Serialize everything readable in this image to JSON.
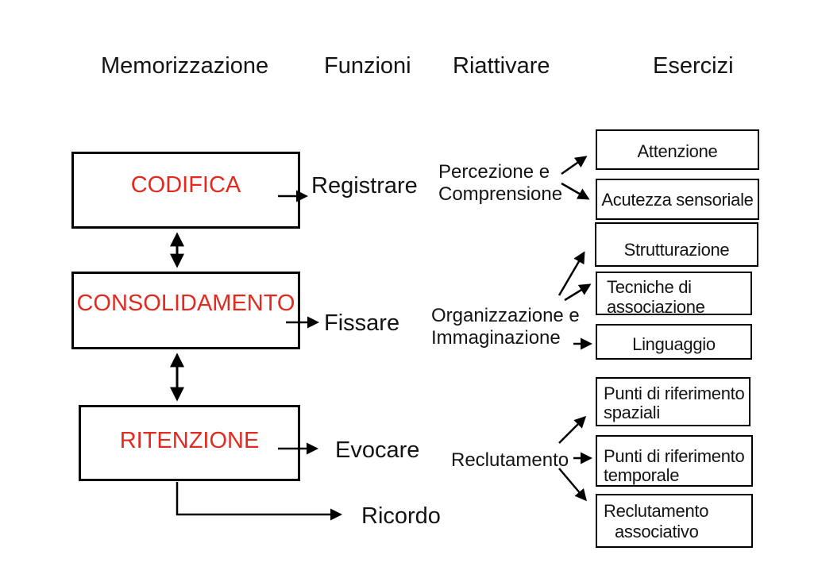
{
  "header": {
    "memorizzazione": "Memorizzazione",
    "funzioni": "Funzioni",
    "riattivare": "Riattivare",
    "esercizi": "Esercizi"
  },
  "stages": {
    "codifica": "CODIFICA",
    "consolidamento": "CONSOLIDAMENTO",
    "ritenzione": "RITENZIONE"
  },
  "functions": {
    "registrare": "Registrare",
    "fissare": "Fissare",
    "evocare": "Evocare",
    "ricordo": "Ricordo"
  },
  "riattivare_labels": {
    "percezione": {
      "line1": "Percezione e",
      "line2": "Comprensione"
    },
    "organizzazione": {
      "line1": "Organizzazione e",
      "line2": "Immaginazione"
    },
    "reclutamento": "Reclutamento"
  },
  "esercizi_boxes": {
    "attenzione": "Attenzione",
    "acutezza": "Acutezza sensoriale",
    "strutturazione": "Strutturazione",
    "tecniche": {
      "line1": "Tecniche di",
      "line2": "associazione"
    },
    "linguaggio": "Linguaggio",
    "punti_spaziali": {
      "line1": "Punti di riferimento",
      "line2": "spaziali"
    },
    "punti_temporali": {
      "line1": "Punti di riferimento",
      "line2": "temporale"
    },
    "reclutamento_associativo": {
      "line1": "Reclutamento",
      "line2": "associativo"
    }
  },
  "colors": {
    "stage_text": "#e12b20",
    "text": "#141414",
    "line": "#000000",
    "background": "#ffffff",
    "box_border": "#000000"
  }
}
